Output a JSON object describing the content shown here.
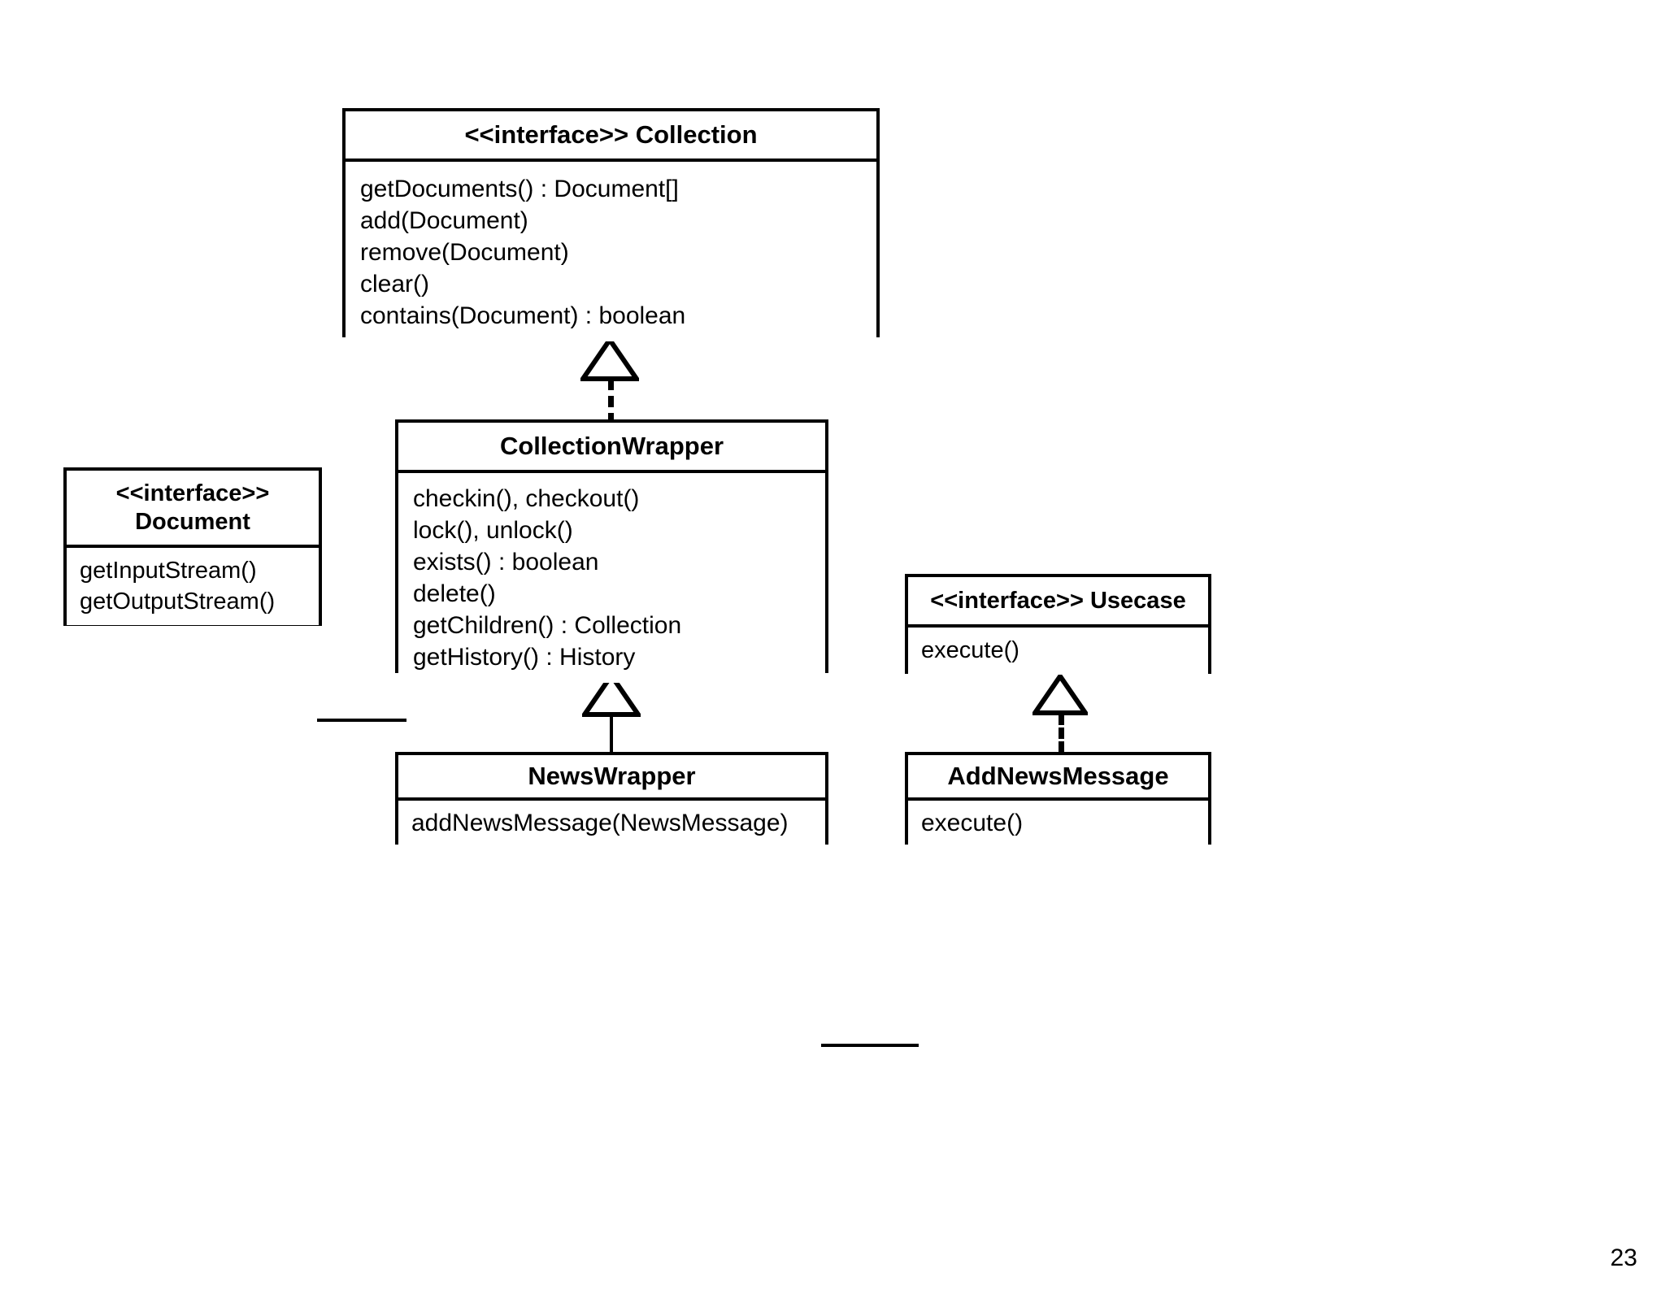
{
  "page": {
    "number": "23",
    "background": "#ffffff",
    "line_color": "#000000"
  },
  "diagram": {
    "type": "uml-class-diagram",
    "classes": [
      {
        "id": "collection",
        "stereotype": "<<interface>>",
        "name": "Collection",
        "title": "<<interface>> Collection",
        "title_inline": true,
        "members": [
          "getDocuments() : Document[]",
          "add(Document)",
          "remove(Document)",
          "clear()",
          "contains(Document) : boolean"
        ]
      },
      {
        "id": "collectionwrapper",
        "stereotype": "",
        "name": "CollectionWrapper",
        "title": "CollectionWrapper",
        "title_inline": true,
        "members": [
          "checkin(), checkout()",
          "lock(), unlock()",
          "exists() : boolean",
          "delete()",
          "getChildren() : Collection",
          "getHistory() : History"
        ]
      },
      {
        "id": "document",
        "stereotype": "<<interface>>",
        "name": "Document",
        "title": "<<interface>> Document",
        "title_inline": false,
        "members": [
          "getInputStream()",
          "getOutputStream()"
        ]
      },
      {
        "id": "usecase",
        "stereotype": "<<interface>>",
        "name": "Usecase",
        "title": "<<interface>> Usecase",
        "title_inline": true,
        "members": [
          "execute()"
        ]
      },
      {
        "id": "newswrapper",
        "stereotype": "",
        "name": "NewsWrapper",
        "title": "NewsWrapper",
        "title_inline": true,
        "members": [
          "addNewsMessage(NewsMessage)"
        ]
      },
      {
        "id": "addnewsmessage",
        "stereotype": "",
        "name": "AddNewsMessage",
        "title": "AddNewsMessage",
        "title_inline": true,
        "members": [
          "execute()"
        ]
      }
    ],
    "relationships": [
      {
        "id": "rel-cw-implements-collection",
        "from": "CollectionWrapper",
        "to": "Collection",
        "kind": "realization",
        "line": "dashed",
        "arrow": "hollow-triangle"
      },
      {
        "id": "rel-nw-extends-cw",
        "from": "NewsWrapper",
        "to": "CollectionWrapper",
        "kind": "generalization",
        "line": "solid",
        "arrow": "hollow-triangle"
      },
      {
        "id": "rel-anm-implements-usecase",
        "from": "AddNewsMessage",
        "to": "Usecase",
        "kind": "realization",
        "line": "dashed",
        "arrow": "hollow-triangle"
      },
      {
        "id": "rel-document-cw",
        "from": "Document",
        "to": "CollectionWrapper",
        "kind": "association",
        "line": "solid",
        "arrow": "none"
      },
      {
        "id": "rel-newswrapper-addnewsmessage",
        "from": "NewsWrapper",
        "to": "AddNewsMessage",
        "kind": "association",
        "line": "solid",
        "arrow": "none"
      }
    ]
  }
}
